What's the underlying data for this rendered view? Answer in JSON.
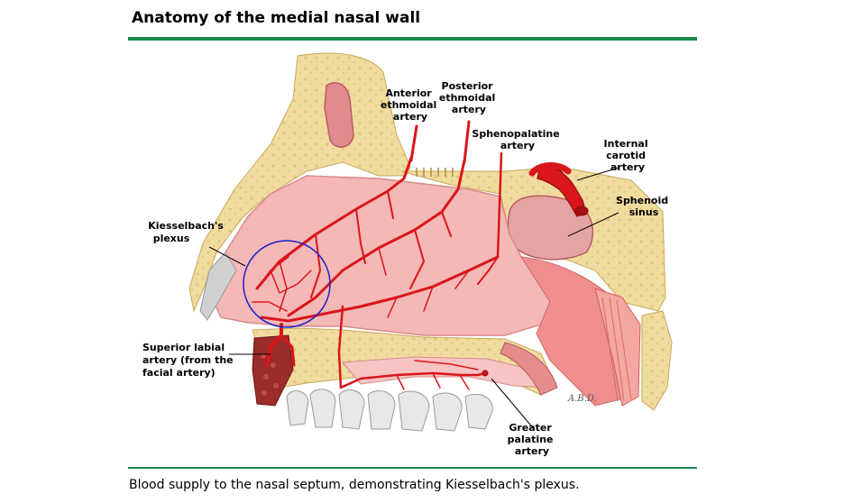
{
  "title": "Anatomy of the medial nasal wall",
  "caption": "Blood supply to the nasal septum, demonstrating Kiesselbach's plexus.",
  "labels": {
    "anterior_ethmoidal": [
      "Anterior",
      "ethmoidal",
      "artery"
    ],
    "posterior_ethmoidal": [
      "Posterior",
      "ethmoidal",
      "artery"
    ],
    "sphenopalatine": [
      "Sphenopalatine",
      "artery"
    ],
    "internal_carotid": [
      "Internal",
      "carotid",
      "artery"
    ],
    "sphenoid_sinus": [
      "Sphenoid",
      "sinus"
    ],
    "kiesselbach": [
      "Kiesselbach's",
      "plexus"
    ],
    "superior_labial": [
      "Superior labial",
      "artery (from the",
      "facial artery)"
    ],
    "greater_palatine": [
      "Greater",
      "palatine",
      "artery"
    ]
  },
  "signature": "A.B.D.",
  "colors": {
    "accent_rule": "#1a8a4f",
    "bone": "#f1dca0",
    "mucosa": "#f4b8b6",
    "artery": "#d9161b",
    "plexus_circle": "#2020c8"
  }
}
